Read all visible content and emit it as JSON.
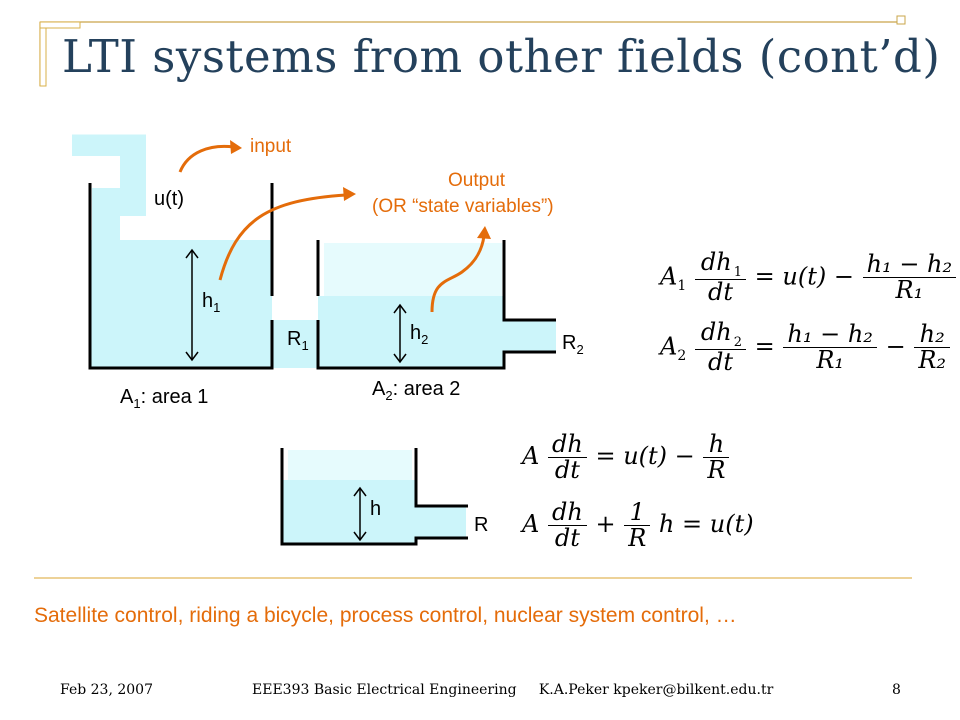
{
  "slide": {
    "title": "LTI systems from other fields (cont’d)",
    "bottom_text": "Satellite control, riding a bicycle, process control, nuclear system control, …"
  },
  "diagram": {
    "input_label": "input",
    "u_label": "u(t)",
    "output_label_line1": "Output",
    "output_label_line2": "(OR “state variables”)",
    "h1": "h",
    "h1_sub": "1",
    "h2": "h",
    "h2_sub": "2",
    "r1": "R",
    "r1_sub": "1",
    "r2": "R",
    "r2_sub": "2",
    "a1_A": "A",
    "a1_sub": "1",
    "a1_rest": ": area 1",
    "a2_A": "A",
    "a2_sub": "2",
    "a2_rest": ": area 2",
    "h_single": "h",
    "r_single": "R"
  },
  "equations": {
    "eq1": {
      "A": "A",
      "A_sub": "1",
      "num": "dh",
      "num_sub": "1",
      "den": "dt",
      "mid": "= u(t) −",
      "frac2_num": "h₁ − h₂",
      "frac2_den": "R₁"
    },
    "eq2": {
      "A": "A",
      "A_sub": "2",
      "num": "dh",
      "num_sub": "2",
      "den": "dt",
      "eq": "=",
      "frac2_num": "h₁ − h₂",
      "frac2_den": "R₁",
      "minus": "−",
      "frac3_num": "h₂",
      "frac3_den": "R₂"
    },
    "eq3": {
      "A": "A",
      "num": "dh",
      "den": "dt",
      "mid": "= u(t) −",
      "frac2_num": "h",
      "frac2_den": "R"
    },
    "eq4": {
      "A": "A",
      "num": "dh",
      "den": "dt",
      "plus": "+",
      "frac2_num": "1",
      "frac2_den": "R",
      "tail": "h = u(t)"
    }
  },
  "footer": {
    "date": "Feb 23, 2007",
    "course": "EEE393 Basic Electrical Engineering     K.A.Peker kpeker@bilkent.edu.tr",
    "page": "8"
  },
  "colors": {
    "accent_orange": "#e46c0a",
    "title_blue": "#24415c",
    "water": "#ccf5fa",
    "frame_gold": "#d9b04a"
  }
}
